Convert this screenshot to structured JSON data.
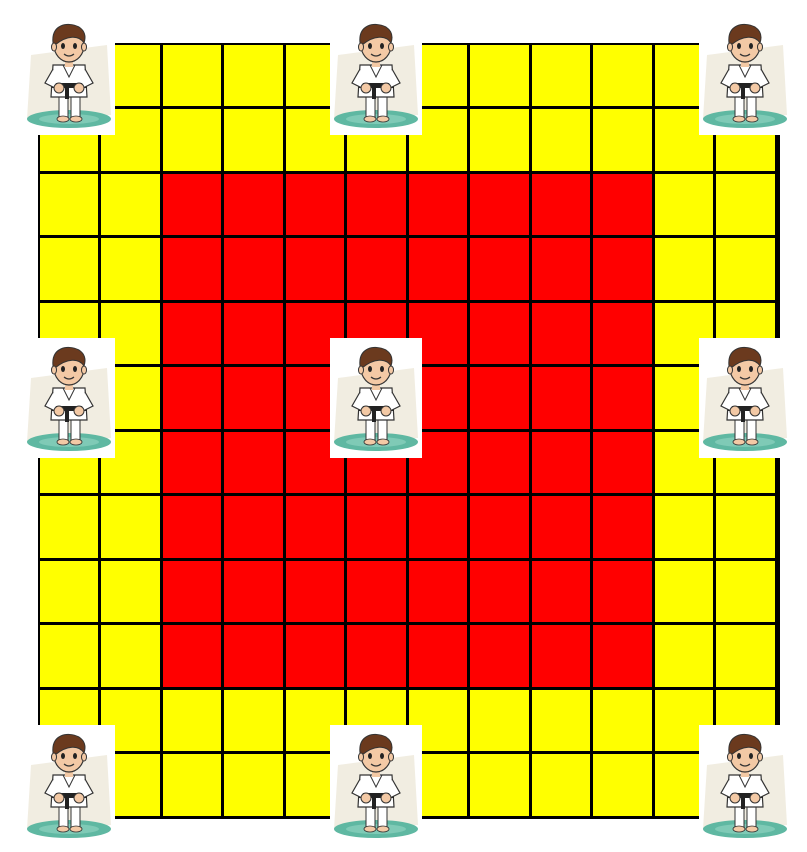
{
  "board": {
    "rows": 12,
    "cols": 12,
    "colors": {
      "outer": "#ffff00",
      "inner": "#ff0000",
      "line": "#000000"
    },
    "inner_region": {
      "rows": [
        2,
        9
      ],
      "cols": [
        2,
        9
      ]
    }
  },
  "pieces": [
    {
      "name": "karate-kid-top-left",
      "row": 0,
      "col": 0
    },
    {
      "name": "karate-kid-top-center",
      "row": 0,
      "col": 5
    },
    {
      "name": "karate-kid-top-right",
      "row": 0,
      "col": 11
    },
    {
      "name": "karate-kid-middle-left",
      "row": 5,
      "col": 0
    },
    {
      "name": "karate-kid-center",
      "row": 5,
      "col": 5
    },
    {
      "name": "karate-kid-middle-right",
      "row": 5,
      "col": 11
    },
    {
      "name": "karate-kid-bottom-left",
      "row": 11,
      "col": 0
    },
    {
      "name": "karate-kid-bottom-center",
      "row": 11,
      "col": 5
    },
    {
      "name": "karate-kid-bottom-right",
      "row": 11,
      "col": 11
    }
  ],
  "icons": {
    "piece": "karate-kid-icon"
  }
}
